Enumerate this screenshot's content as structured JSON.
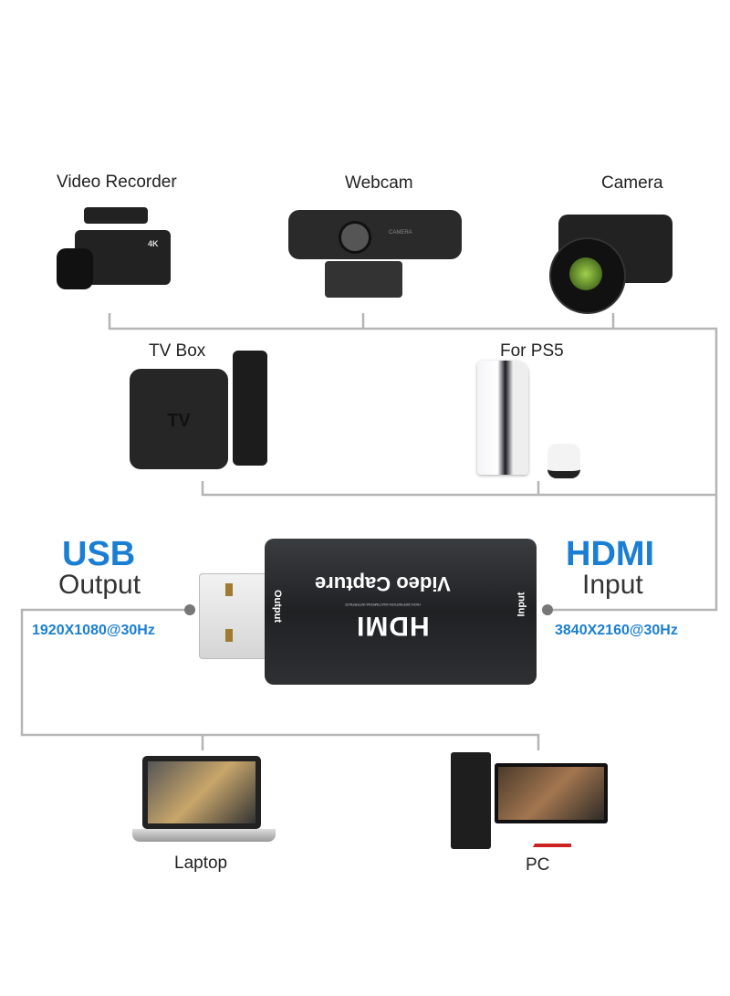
{
  "devices_top": {
    "video_recorder": "Video Recorder",
    "webcam": "Webcam",
    "camera": "Camera",
    "webcam_brand": "CAMERA",
    "camcorder_badge": "4K"
  },
  "devices_middle": {
    "tv_box": "TV Box",
    "tv_box_logo": "TV",
    "ps5": "For PS5"
  },
  "adapter": {
    "output_title": "USB",
    "output_sub": "Output",
    "output_res": "1920X1080@30Hz",
    "input_title": "HDMI",
    "input_sub": "Input",
    "input_res": "3840X2160@30Hz",
    "body_title": "Video Capture",
    "body_output": "Output",
    "body_input": "Input",
    "body_logo": "HDMI",
    "body_tagline": "HIGH-DEFINITION MULTIMEDIA INTERFACE"
  },
  "devices_bottom": {
    "laptop": "Laptop",
    "pc": "PC"
  },
  "colors": {
    "accent": "#1a7fd4",
    "wire": "#b5b5b5"
  }
}
